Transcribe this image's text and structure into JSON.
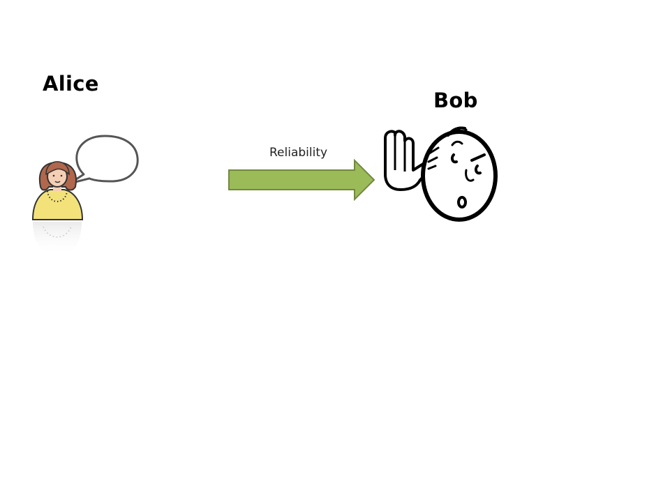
{
  "alice": {
    "name": "Alice"
  },
  "bob": {
    "name": "Bob"
  },
  "arrow": {
    "label": "Reliability",
    "fill": "#9bbb59",
    "stroke": "#71893f"
  },
  "colors": {
    "shirt": "#f3e27a",
    "hair": "#b0674c",
    "skin": "#f4cfb6"
  }
}
